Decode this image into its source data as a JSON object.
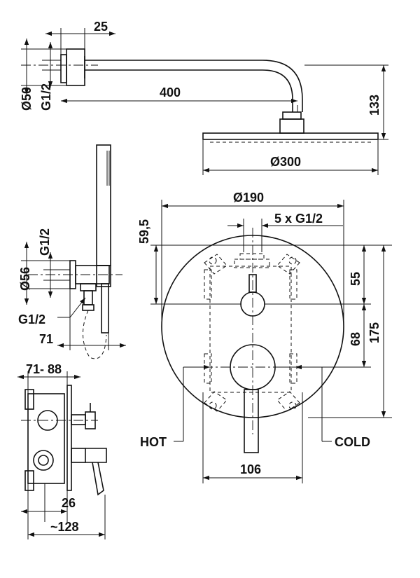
{
  "dimensions": {
    "arm_offset": "25",
    "diameter_50": "Ø50",
    "thread_top": "G1/2",
    "arm_length": "400",
    "drop_height": "133",
    "head_diameter": "Ø300",
    "plate_diameter": "Ø190",
    "ports": "5 x G1/2",
    "offset_595": "59,5",
    "thread_hand": "G1/2",
    "diameter_56": "Ø56",
    "thread_hose": "G1/2",
    "outlet_projection": "71",
    "upper_spacing": "55",
    "lower_spacing": "68",
    "total_height": "175",
    "box_depth": "71- 88",
    "flange": "26",
    "overall_depth": "~128",
    "hot_cold_spacing": "106"
  },
  "labels": {
    "hot": "HOT",
    "cold": "COLD"
  }
}
